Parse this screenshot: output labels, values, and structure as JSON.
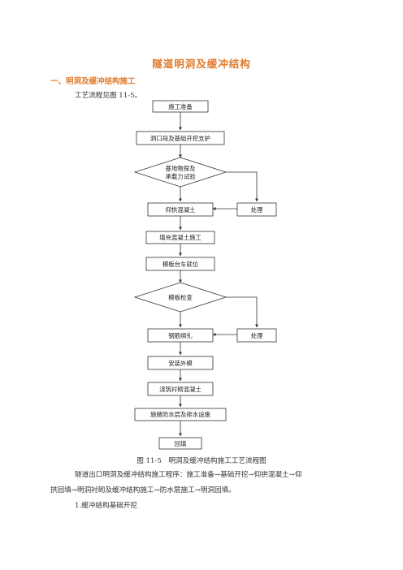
{
  "title": "隧道明洞及缓冲结构",
  "section1": "一、明洞及缓冲结构施工",
  "intro": "工艺流程见图 11-5。",
  "flow": {
    "start": "施工准备",
    "step1": "洞口段及基础开挖支护",
    "decision1": [
      "基地物探及",
      "承载力试验"
    ],
    "step2": "仰拱混凝土",
    "side1": "处理",
    "step3": "填充混凝土施工",
    "step4": "模板台车就位",
    "decision2": "模板检查",
    "step5": "钢筋绑扎",
    "side2": "处理",
    "step6": "安装外模",
    "step7": "浇筑衬砌混凝土",
    "step8": "施做防水层及排水设施",
    "end": "回填"
  },
  "caption": "图 11-5　明洞及缓冲结构施工工艺流程图",
  "para1_line1": "隧道出口明洞及缓冲结构施工程序：施工准备→基础开挖→仰拱混凝土→仰",
  "para1_line2": "拱回填→明洞衬砌及缓冲结构施工→防水层施工→明洞回填。",
  "item1": "1.缓冲结构基础开挖"
}
